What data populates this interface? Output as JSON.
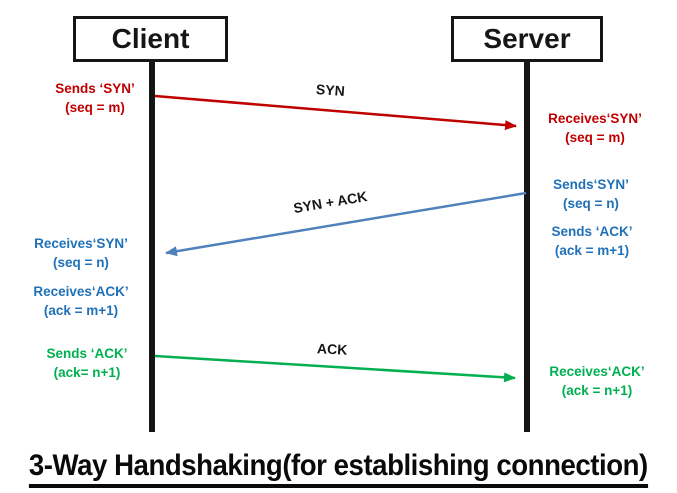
{
  "title": "3-Way Handshaking(for establishing connection)",
  "colors": {
    "red": "#c00000",
    "blue": "#2071b8",
    "arrow_blue": "#4f81bd",
    "green": "#00b050",
    "black": "#161616"
  },
  "actors": {
    "client": "Client",
    "server": "Server"
  },
  "messages": {
    "syn": {
      "label": "SYN"
    },
    "syn_ack": {
      "label": "SYN + ACK"
    },
    "ack": {
      "label": "ACK"
    }
  },
  "notes": {
    "client_sends_syn": {
      "line1": "Sends ‘SYN’",
      "line2": "(seq = m)"
    },
    "server_receives_syn": {
      "line1": "Receives‘SYN’",
      "line2": "(seq = m)"
    },
    "server_sends_syn": {
      "line1": "Sends‘SYN’",
      "line2": "(seq = n)"
    },
    "server_sends_ack": {
      "line1": "Sends ‘ACK’",
      "line2": "(ack = m+1)"
    },
    "client_receives_syn": {
      "line1": "Receives‘SYN’",
      "line2": "(seq = n)"
    },
    "client_receives_ack": {
      "line1": "Receives‘ACK’",
      "line2": "(ack = m+1)"
    },
    "client_sends_ack": {
      "line1": "Sends ‘ACK’",
      "line2": "(ack= n+1)"
    },
    "server_receives_ack": {
      "line1": "Receives‘ACK’",
      "line2": "(ack = n+1)"
    }
  }
}
